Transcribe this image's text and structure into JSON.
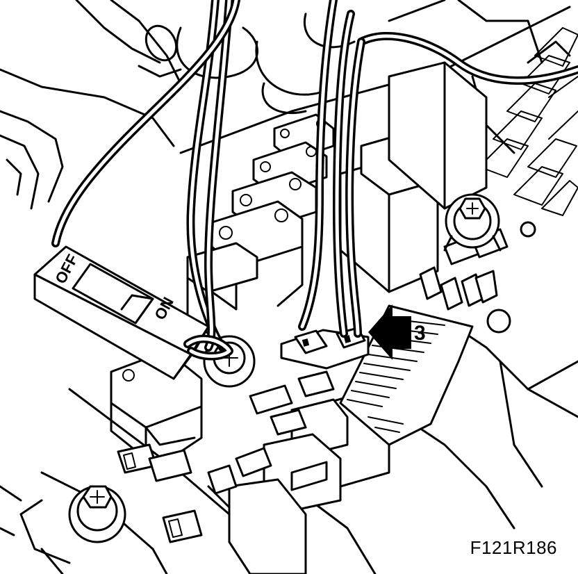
{
  "figure_id": "F121R186",
  "switch": {
    "off_label": "OFF",
    "on_label": "ON"
  },
  "callout": {
    "number": "3"
  },
  "icons": [
    "arrow-icon",
    "toggle-switch-icon"
  ]
}
